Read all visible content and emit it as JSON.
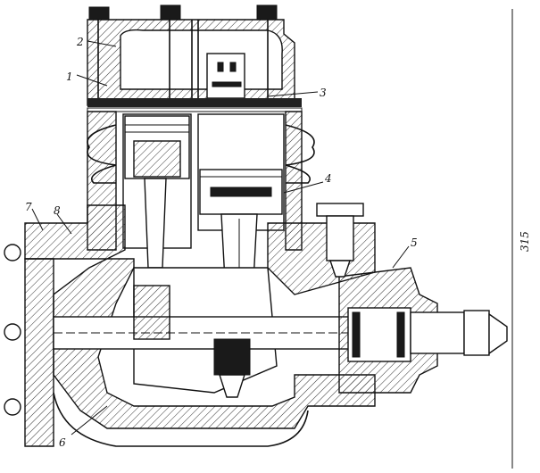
{
  "figure": {
    "callouts": [
      {
        "id": "c1",
        "text": "1"
      },
      {
        "id": "c2",
        "text": "2"
      },
      {
        "id": "c3",
        "text": "3"
      },
      {
        "id": "c4",
        "text": "4"
      },
      {
        "id": "c5",
        "text": "5"
      },
      {
        "id": "c6",
        "text": "6"
      },
      {
        "id": "c7",
        "text": "7"
      },
      {
        "id": "c8",
        "text": "8"
      }
    ],
    "dimension_text": "315"
  }
}
